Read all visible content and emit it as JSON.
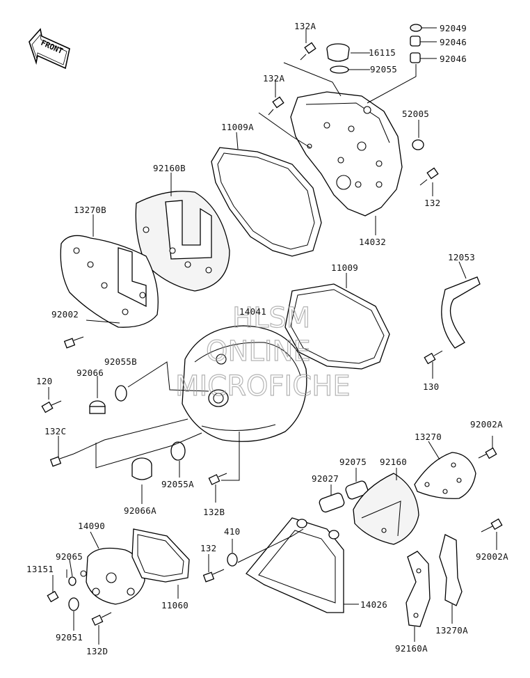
{
  "direction_marker": {
    "label": "FRONT",
    "icon": "front-arrow-icon"
  },
  "watermark": {
    "line1": "HLSM",
    "line2": "ONLINE",
    "line3": "MICROFICHE"
  },
  "labels": {
    "p132A_top": "132A",
    "p132A_mid": "132A",
    "p16115": "16115",
    "p92055": "92055",
    "p92049": "92049",
    "p92046_a": "92046",
    "p92046_b": "92046",
    "p52005": "52005",
    "p11009A": "11009A",
    "p92160B": "92160B",
    "p13270B": "13270B",
    "p132": "132",
    "p14032": "14032",
    "p11009": "11009",
    "p12053": "12053",
    "p14041": "14041",
    "p92002": "92002",
    "p92055B": "92055B",
    "p92066": "92066",
    "p120": "120",
    "p130": "130",
    "p132C": "132C",
    "p92002A_top": "92002A",
    "p13270": "13270",
    "p92075": "92075",
    "p92160": "92160",
    "p92027": "92027",
    "p92066A": "92066A",
    "p92055A": "92055A",
    "p132B": "132B",
    "p14090": "14090",
    "p410": "410",
    "p132_low": "132",
    "p92065": "92065",
    "p13151": "13151",
    "p11060": "11060",
    "p92002A_low": "92002A",
    "p14026": "14026",
    "p92051": "92051",
    "p132D": "132D",
    "p13270A": "13270A",
    "p92160A": "92160A"
  }
}
